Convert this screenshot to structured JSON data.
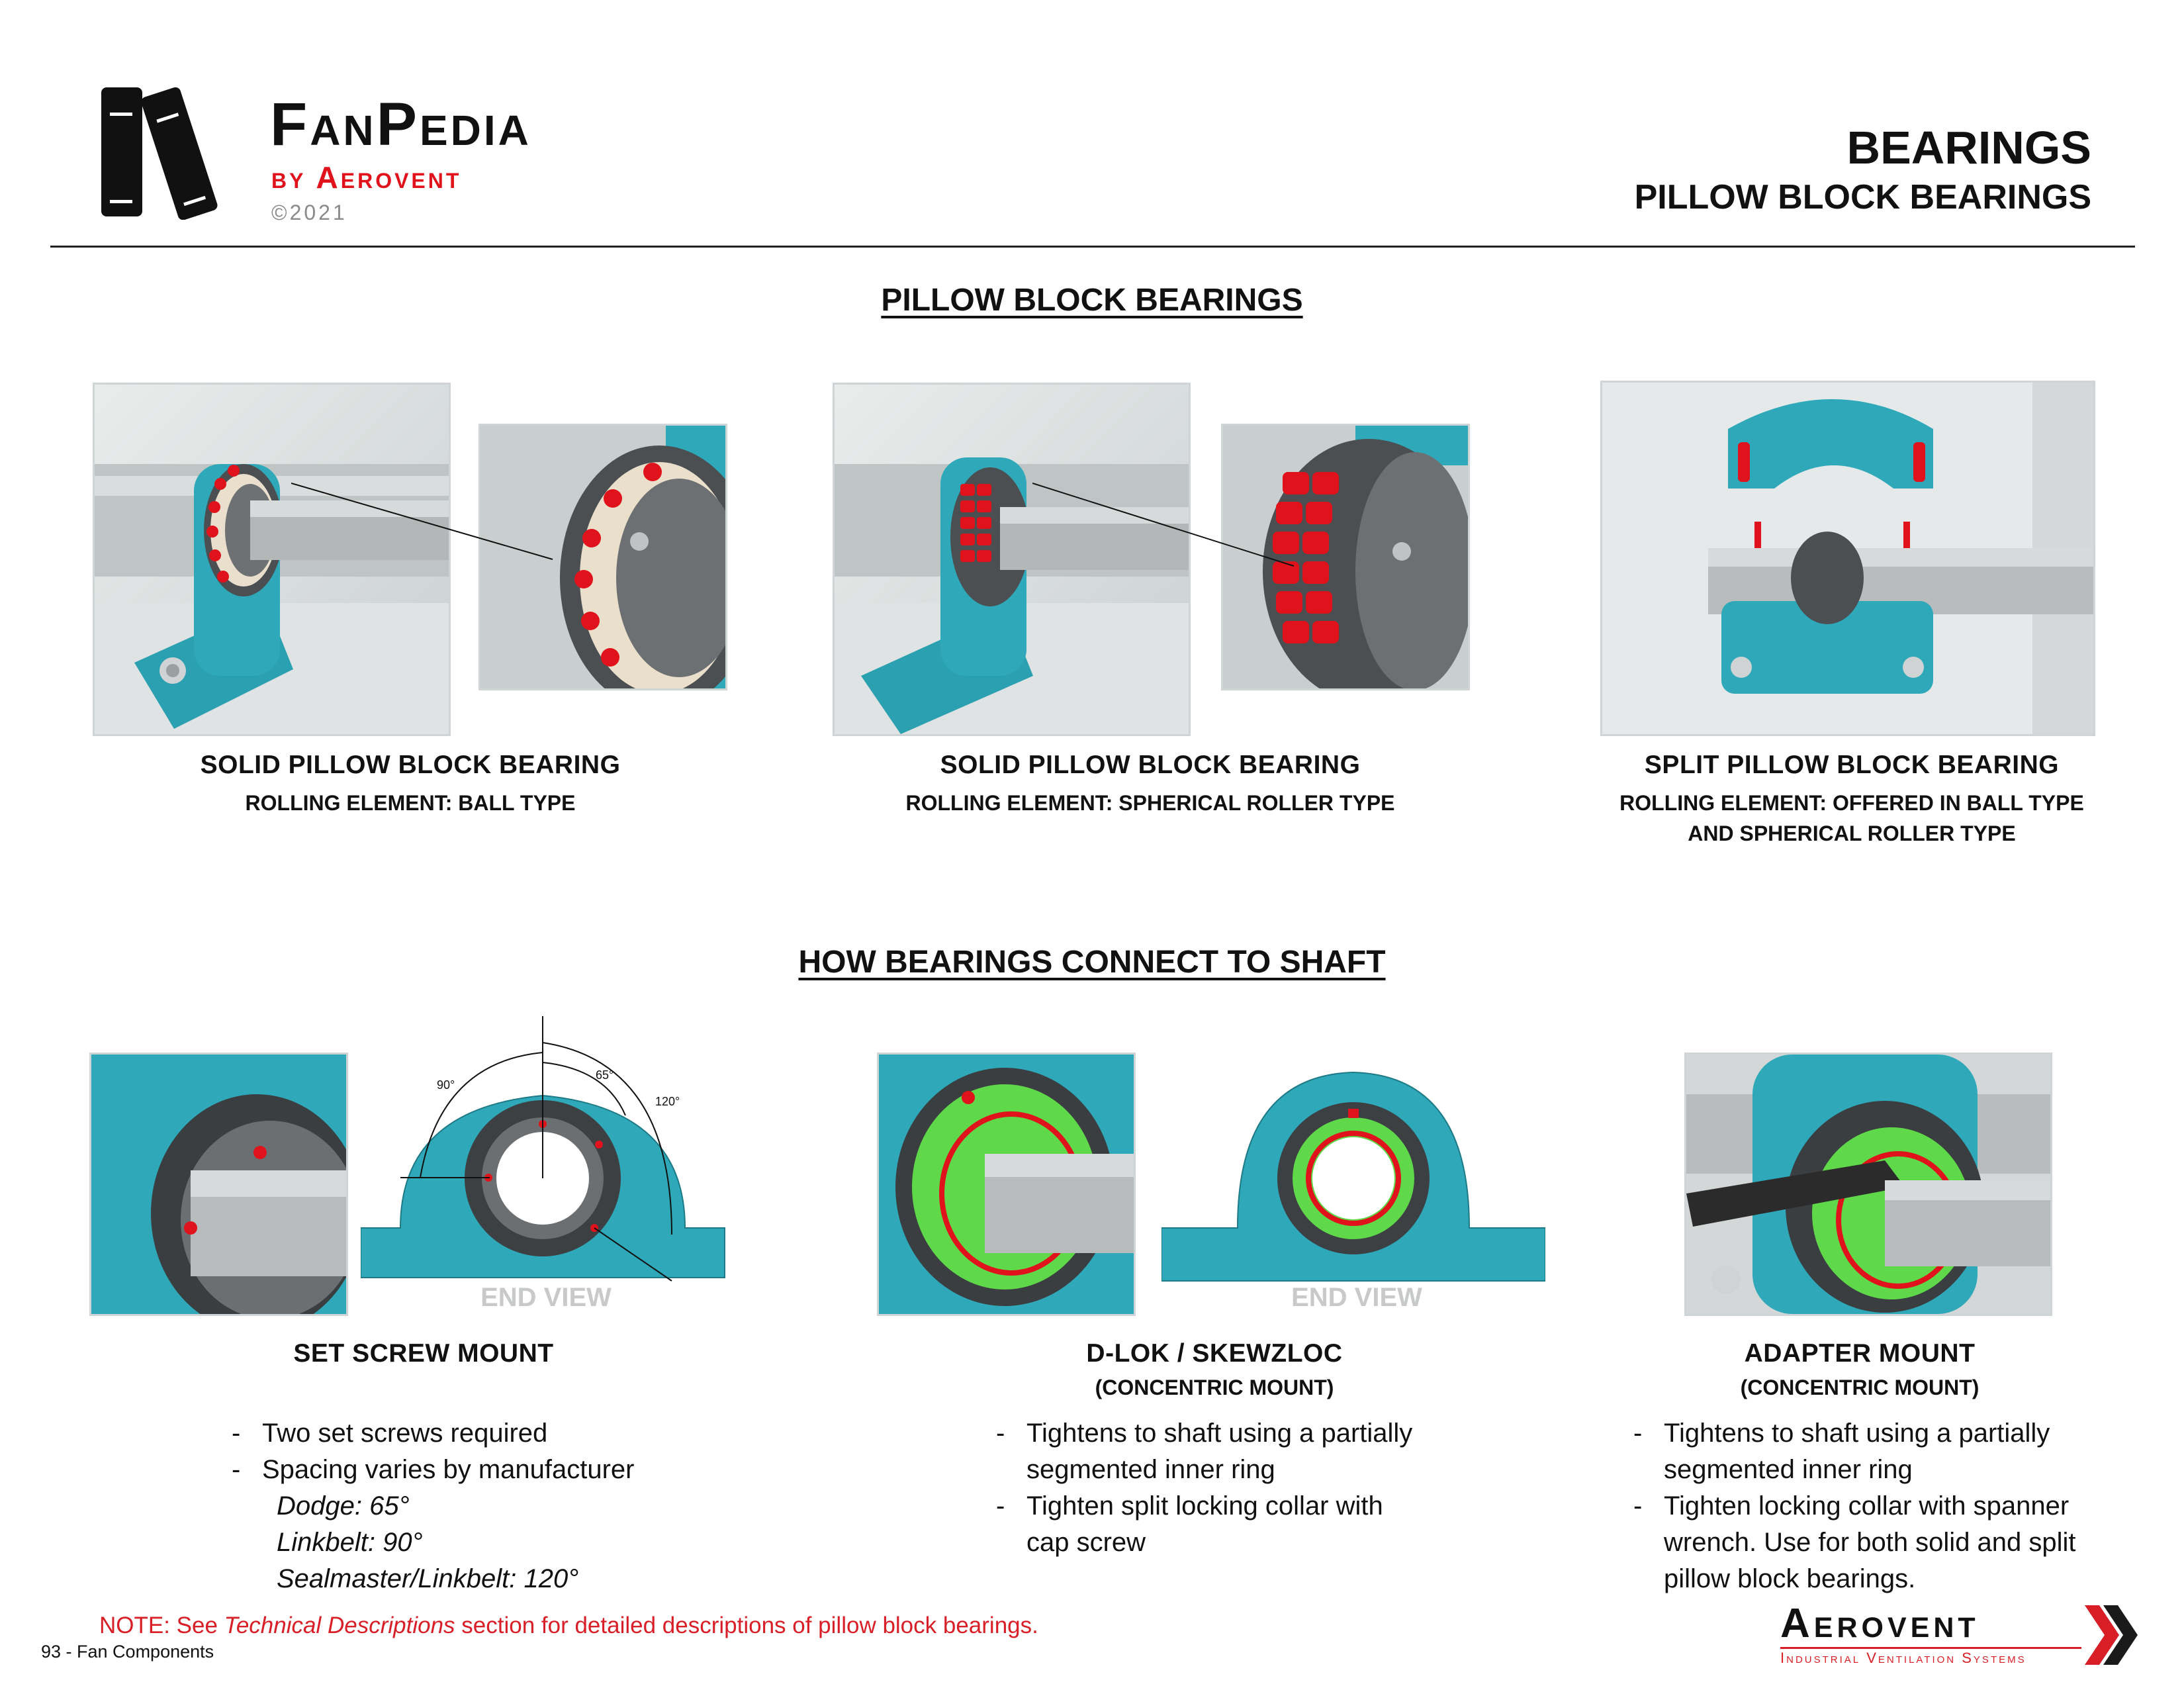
{
  "brand": {
    "title": "FanPedia",
    "by": "by Aerovent",
    "copyright": "©2021"
  },
  "header": {
    "title": "BEARINGS",
    "subtitle": "PILLOW BLOCK BEARINGS"
  },
  "section1": {
    "title": "PILLOW BLOCK BEARINGS",
    "items": [
      {
        "title": "SOLID PILLOW BLOCK BEARING",
        "subtitle": "ROLLING ELEMENT: BALL TYPE"
      },
      {
        "title": "SOLID PILLOW BLOCK BEARING",
        "subtitle": "ROLLING ELEMENT: SPHERICAL ROLLER TYPE"
      },
      {
        "title": "SPLIT PILLOW BLOCK BEARING",
        "subtitle_line1": "ROLLING ELEMENT: OFFERED IN BALL TYPE",
        "subtitle_line2": "AND SPHERICAL ROLLER TYPE"
      }
    ]
  },
  "section2": {
    "title": "HOW BEARINGS CONNECT TO SHAFT",
    "end_view_label": "END VIEW",
    "angles": [
      "90°",
      "65°",
      "120°"
    ],
    "mounts": [
      {
        "title": "SET SCREW MOUNT",
        "bullets": [
          "Two set screws required",
          "Spacing varies by manufacturer"
        ],
        "details": [
          "Dodge: 65°",
          "Linkbelt: 90°",
          "Sealmaster/Linkbelt: 120°"
        ]
      },
      {
        "title": "D-LOK / SKEWZLOC",
        "subtitle": "(CONCENTRIC MOUNT)",
        "bullets": [
          {
            "line1": "Tightens to shaft using a partially",
            "line2": "segmented inner ring"
          },
          {
            "line1": "Tighten split locking collar with",
            "line2": "cap screw"
          }
        ]
      },
      {
        "title": "ADAPTER MOUNT",
        "subtitle": "(CONCENTRIC MOUNT)",
        "bullets": [
          {
            "line1": "Tightens to shaft using a partially",
            "line2": "segmented inner ring"
          },
          {
            "line1": "Tighten locking collar with spanner",
            "line2": "wrench. Use for both solid and split",
            "line3": "pillow block bearings."
          }
        ]
      }
    ]
  },
  "note": {
    "prefix": "NOTE: See ",
    "italic": "Technical Descriptions",
    "suffix": " section for detailed descriptions of pillow block bearings."
  },
  "footer": {
    "page": "93 - Fan Components"
  },
  "aerovent": {
    "word": "Aerovent",
    "tagline": "Industrial Ventilation Systems"
  },
  "colors": {
    "housing": "#2fa3b3",
    "accent_red": "#e0121b",
    "collar_green": "#5fd84a",
    "shaft": "#b9bcbd"
  }
}
